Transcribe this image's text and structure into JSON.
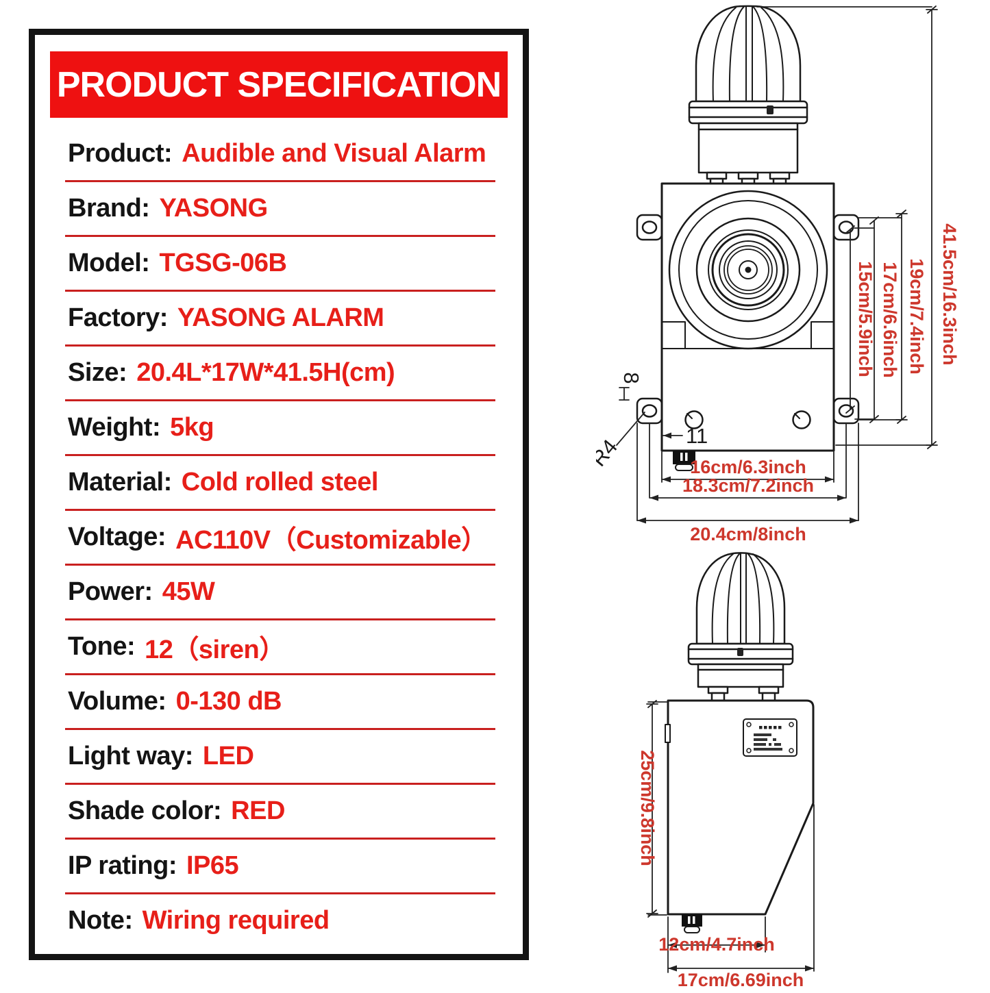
{
  "header": {
    "title": "PRODUCT SPECIFICATION"
  },
  "specs": [
    {
      "label": "Product:",
      "value": "Audible and Visual Alarm"
    },
    {
      "label": "Brand:",
      "value": "YASONG"
    },
    {
      "label": "Model:",
      "value": "TGSG-06B"
    },
    {
      "label": "Factory:",
      "value": "YASONG ALARM"
    },
    {
      "label": "Size:",
      "value": "20.4L*17W*41.5H(cm)"
    },
    {
      "label": "Weight:",
      "value": "5kg"
    },
    {
      "label": "Material:",
      "value": "Cold rolled steel"
    },
    {
      "label": "Voltage:",
      "value": "AC110V（Customizable）"
    },
    {
      "label": "Power:",
      "value": "45W"
    },
    {
      "label": "Tone:",
      "value": "12（siren）"
    },
    {
      "label": "Volume:",
      "value": "0-130 dB"
    },
    {
      "label": "Light way:",
      "value": "LED"
    },
    {
      "label": "Shade color:",
      "value": "RED"
    },
    {
      "label": "IP rating:",
      "value": "IP65"
    },
    {
      "label": "Note:",
      "value": "Wiring required"
    }
  ],
  "front_view": {
    "dim_total_height": "41.5cm/16.3inch",
    "dim_height_19": "19cm/7.4inch",
    "dim_height_17": "17cm/6.6inch",
    "dim_height_15": "15cm/5.9inch",
    "dim_width_16": "16cm/6.3inch",
    "dim_width_18_3": "18.3cm/7.2inch",
    "dim_width_20_4": "20.4cm/8inch",
    "note_radius": "R4",
    "note_tab": "8",
    "note_hole_offset": "11"
  },
  "side_view": {
    "dim_height_25": "25cm/9.8inch",
    "dim_depth_12": "12cm/4.7inch",
    "dim_depth_17": "17cm/6.69inch"
  },
  "colors": {
    "header_red": "#ee1111",
    "value_red": "#e71f19",
    "divider_red": "#c9201f",
    "dim_red": "#cd372c",
    "line_black": "#1a1a1a"
  }
}
